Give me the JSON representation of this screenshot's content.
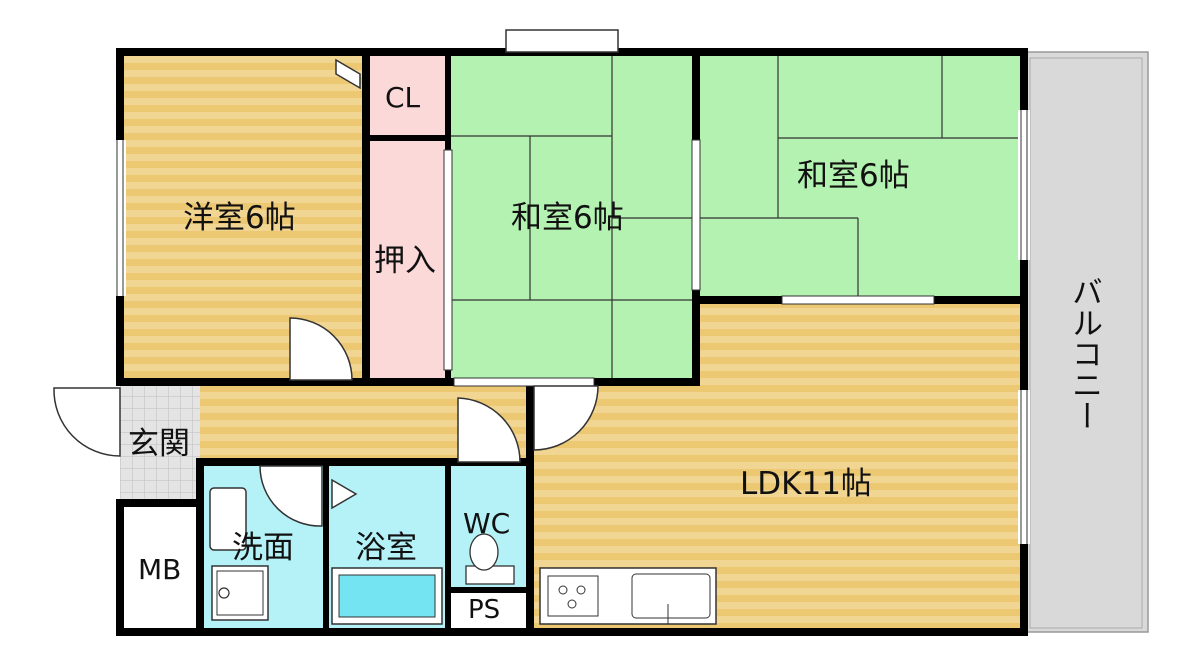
{
  "rooms": {
    "western": "洋室6帖",
    "closet": "CL",
    "oshiire": "押入",
    "washitsu_center": "和室6帖",
    "washitsu_right": "和室6帖",
    "ldk": "LDK11帖",
    "entrance": "玄関",
    "washroom": "洗面",
    "bath": "浴室",
    "wc": "WC",
    "ps": "PS",
    "mb": "MB",
    "balcony": "バルコニー"
  },
  "colors": {
    "wood_floor": "#ecc873",
    "wood_stripe": "#f3dca4",
    "tatami": "#b3f2b0",
    "closet": "#fcd9d9",
    "wet_area": "#b5f2f8",
    "balcony": "#d9d9d9",
    "entrance_tile": "#dddddd",
    "wall": "#000000"
  }
}
